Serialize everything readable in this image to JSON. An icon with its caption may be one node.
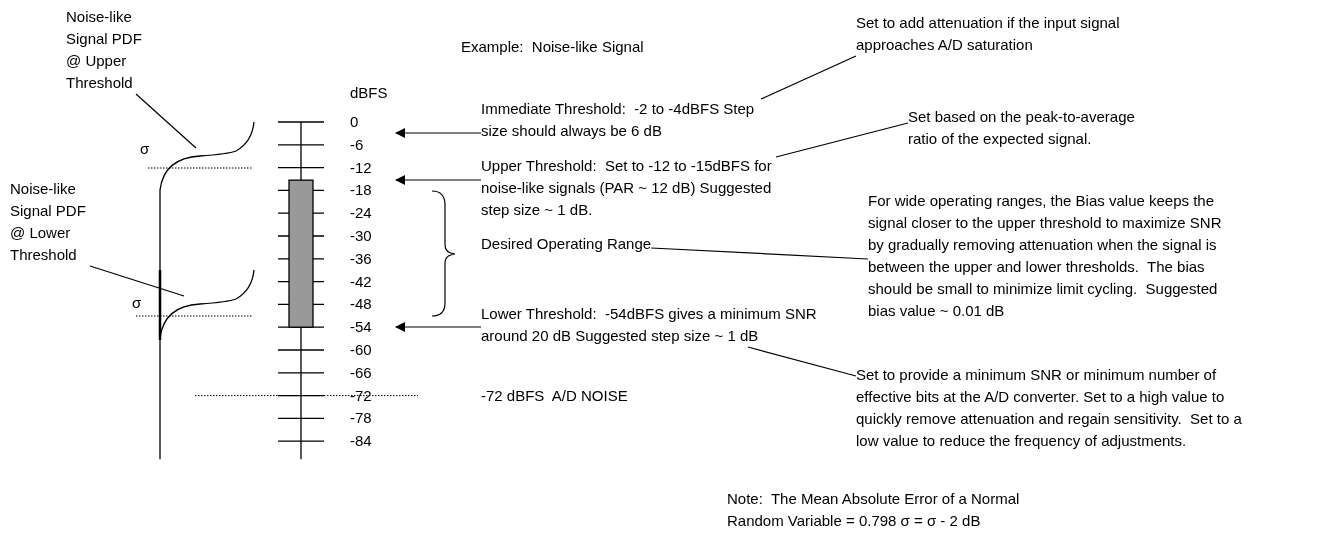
{
  "diagram": {
    "nodes": [
      {
        "text": [
          "Noise-like Signal PDF @ Upper Threshold"
        ]
      },
      {
        "text": [],
        "shape": "curve"
      },
      {
        "text": [
          "Noise-like Signal PDF @ Lower Threshold"
        ]
      },
      {
        "text": [],
        "shape": "curve"
      },
      {
        "text": [
          "Immediate Threshold:  -2 to -4dBFS Step size should always be 6 dB"
        ]
      },
      {
        "text": [
          "Upper Threshold:  Set to -12 to -15dBFS for noise-like signals (PAR ~ 12 dB) Suggested step size ~ 1 dB."
        ]
      },
      {
        "text": [
          "Desired Operating Range"
        ]
      },
      {
        "text": [
          "Lower Threshold:  -54dBFS gives a minimum SNR around 20 dB Suggested step size ~ 1 dB"
        ]
      },
      {
        "text": [
          "Set to add attenuation if the input signal approaches A/D saturation"
        ]
      },
      {
        "text": [
          "Set based on the peak-to-average ratio of the expected signal."
        ]
      },
      {
        "text": [
          "For wide operating ranges, the Bias value keeps the signal closer to the upper threshold to maximize SNR by gradually removing attenuation when the signal is between the upper and lower thresholds.  The bias should be small to minimize limit cycling.  Suggested bias value ~ 0.01 dB"
        ]
      },
      {
        "text": [
          "Set to provide a minimum SNR or minimum number of effective bits at the A/D converter. Set to a high value to quickly remove attenuation and regain sensitivity.  Set to a low value to reduce the frequency of adjustments."
        ]
      }
    ],
    "edges": [
      {
        "from": 0,
        "to": 1,
        "arrow": "none"
      },
      {
        "from": 2,
        "to": 3,
        "arrow": "none"
      },
      {
        "from": 4,
        "to": null,
        "arrow": "to"
      },
      {
        "from": 5,
        "to": null,
        "arrow": "to"
      },
      {
        "from": 7,
        "to": null,
        "arrow": "to"
      },
      {
        "from": 8,
        "to": 4,
        "arrow": "none"
      },
      {
        "from": 9,
        "to": 5,
        "arrow": "none"
      },
      {
        "from": 10,
        "to": 6,
        "arrow": "none"
      },
      {
        "from": 11,
        "to": 7,
        "arrow": "none"
      }
    ],
    "labels": [
      "Example:  Noise-like Signal",
      "dBFS",
      "0",
      "-6",
      "-12",
      "-18",
      "-24",
      "-30",
      "-36",
      "-42",
      "-48",
      "-54",
      "-60",
      "-66",
      "-72",
      "-78",
      "-84",
      "σ",
      "σ",
      "-72 dBFS  A/D NOISE",
      "Note:  The Mean Absolute Error of a Normal Random Variable = 0.798 σ = σ - 2 dB"
    ]
  }
}
